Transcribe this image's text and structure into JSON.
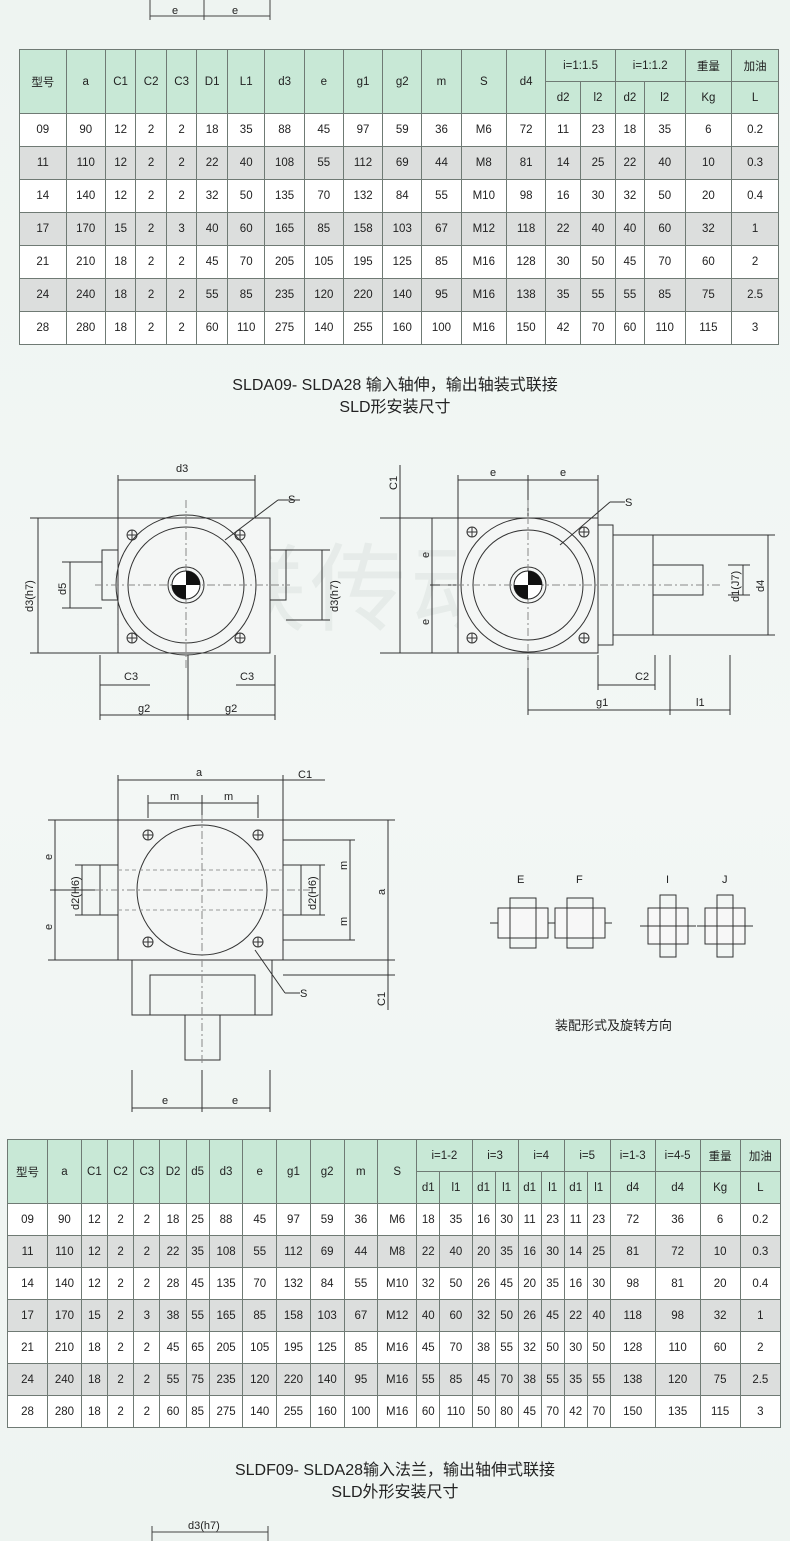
{
  "top_strip": {
    "e1": "e",
    "e2": "e"
  },
  "table1": {
    "head_model": "型号",
    "cols": [
      "a",
      "C1",
      "C2",
      "C3",
      "D1",
      "L1",
      "d3",
      "e",
      "g1",
      "g2",
      "m",
      "S",
      "d4"
    ],
    "groups": [
      "i=1:1.5",
      "i=1:1.2"
    ],
    "sub": [
      "d2",
      "l2",
      "d2",
      "l2"
    ],
    "weight": "重量",
    "weight_unit": "Kg",
    "oil": "加油",
    "oil_unit": "L",
    "rows": [
      [
        "09",
        "90",
        "12",
        "2",
        "2",
        "18",
        "35",
        "88",
        "45",
        "97",
        "59",
        "36",
        "M6",
        "72",
        "11",
        "23",
        "18",
        "35",
        "6",
        "0.2"
      ],
      [
        "11",
        "110",
        "12",
        "2",
        "2",
        "22",
        "40",
        "108",
        "55",
        "112",
        "69",
        "44",
        "M8",
        "81",
        "14",
        "25",
        "22",
        "40",
        "10",
        "0.3"
      ],
      [
        "14",
        "140",
        "12",
        "2",
        "2",
        "32",
        "50",
        "135",
        "70",
        "132",
        "84",
        "55",
        "M10",
        "98",
        "16",
        "30",
        "32",
        "50",
        "20",
        "0.4"
      ],
      [
        "17",
        "170",
        "15",
        "2",
        "3",
        "40",
        "60",
        "165",
        "85",
        "158",
        "103",
        "67",
        "M12",
        "118",
        "22",
        "40",
        "40",
        "60",
        "32",
        "1"
      ],
      [
        "21",
        "210",
        "18",
        "2",
        "2",
        "45",
        "70",
        "205",
        "105",
        "195",
        "125",
        "85",
        "M16",
        "128",
        "30",
        "50",
        "45",
        "70",
        "60",
        "2"
      ],
      [
        "24",
        "240",
        "18",
        "2",
        "2",
        "55",
        "85",
        "235",
        "120",
        "220",
        "140",
        "95",
        "M16",
        "138",
        "35",
        "55",
        "55",
        "85",
        "75",
        "2.5"
      ],
      [
        "28",
        "280",
        "18",
        "2",
        "2",
        "60",
        "110",
        "275",
        "140",
        "255",
        "160",
        "100",
        "M16",
        "150",
        "42",
        "70",
        "60",
        "110",
        "115",
        "3"
      ]
    ]
  },
  "caption1": {
    "line1": "SLDA09- SLDA28 输入轴伸，输出轴装式联接",
    "line2": "SLD形安装尺寸"
  },
  "drawing": {
    "d3": "d3",
    "S": "S",
    "d3h7": "d3(h7)",
    "d5": "d5",
    "C3": "C3",
    "g2": "g2",
    "C1": "C1",
    "e": "e",
    "d1j7": "d1(J7)",
    "d4": "d4",
    "C2": "C2",
    "g1": "g1",
    "l1": "l1",
    "a": "a",
    "m": "m",
    "d2h6": "d2(H6)",
    "mount_labels": [
      "E",
      "F",
      "I",
      "J"
    ],
    "mount_caption": "装配形式及旋转方向",
    "watermark": "汉联传动"
  },
  "table2": {
    "head_model": "型号",
    "cols": [
      "a",
      "C1",
      "C2",
      "C3",
      "D2",
      "d5",
      "d3",
      "e",
      "g1",
      "g2",
      "m",
      "S"
    ],
    "groups": [
      "i=1-2",
      "i=3",
      "i=4",
      "i=5",
      "i=1-3",
      "i=4-5"
    ],
    "sub": [
      "d1",
      "l1",
      "d1",
      "l1",
      "d1",
      "l1",
      "d1",
      "l1",
      "d4",
      "d4"
    ],
    "weight": "重量",
    "weight_unit": "Kg",
    "oil": "加油",
    "oil_unit": "L",
    "rows": [
      [
        "09",
        "90",
        "12",
        "2",
        "2",
        "18",
        "25",
        "88",
        "45",
        "97",
        "59",
        "36",
        "M6",
        "18",
        "35",
        "16",
        "30",
        "11",
        "23",
        "11",
        "23",
        "72",
        "36",
        "6",
        "0.2"
      ],
      [
        "11",
        "110",
        "12",
        "2",
        "2",
        "22",
        "35",
        "108",
        "55",
        "112",
        "69",
        "44",
        "M8",
        "22",
        "40",
        "20",
        "35",
        "16",
        "30",
        "14",
        "25",
        "81",
        "72",
        "10",
        "0.3"
      ],
      [
        "14",
        "140",
        "12",
        "2",
        "2",
        "28",
        "45",
        "135",
        "70",
        "132",
        "84",
        "55",
        "M10",
        "32",
        "50",
        "26",
        "45",
        "20",
        "35",
        "16",
        "30",
        "98",
        "81",
        "20",
        "0.4"
      ],
      [
        "17",
        "170",
        "15",
        "2",
        "3",
        "38",
        "55",
        "165",
        "85",
        "158",
        "103",
        "67",
        "M12",
        "40",
        "60",
        "32",
        "50",
        "26",
        "45",
        "22",
        "40",
        "118",
        "98",
        "32",
        "1"
      ],
      [
        "21",
        "210",
        "18",
        "2",
        "2",
        "45",
        "65",
        "205",
        "105",
        "195",
        "125",
        "85",
        "M16",
        "45",
        "70",
        "38",
        "55",
        "32",
        "50",
        "30",
        "50",
        "128",
        "110",
        "60",
        "2"
      ],
      [
        "24",
        "240",
        "18",
        "2",
        "2",
        "55",
        "75",
        "235",
        "120",
        "220",
        "140",
        "95",
        "M16",
        "55",
        "85",
        "45",
        "70",
        "38",
        "55",
        "35",
        "55",
        "138",
        "120",
        "75",
        "2.5"
      ],
      [
        "28",
        "280",
        "18",
        "2",
        "2",
        "60",
        "85",
        "275",
        "140",
        "255",
        "160",
        "100",
        "M16",
        "60",
        "110",
        "50",
        "80",
        "45",
        "70",
        "42",
        "70",
        "150",
        "135",
        "115",
        "3"
      ]
    ]
  },
  "caption2": {
    "line1": "SLDF09- SLDA28输入法兰，输出轴伸式联接",
    "line2": "SLD外形安装尺寸"
  },
  "bottom_strip": {
    "d3h7": "d3(h7)"
  }
}
